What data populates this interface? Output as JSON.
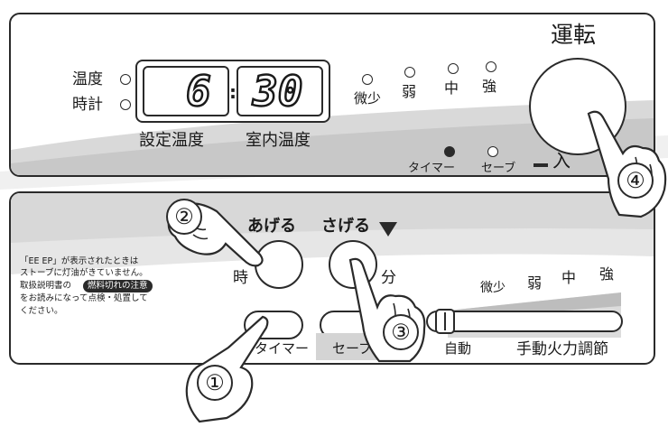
{
  "top_panel": {
    "run_button_label": "運転",
    "indicators": {
      "temperature": "温度",
      "clock": "時計"
    },
    "display": {
      "left_value": "6",
      "right_value": "30"
    },
    "captions": {
      "set_temp": "設定温度",
      "room_temp": "室内温度"
    },
    "fire_levels": [
      "微少",
      "弱",
      "中",
      "強"
    ],
    "timer_lamp": "タイマー",
    "save_lamp": "セーブ",
    "on_label": "入"
  },
  "bottom_panel": {
    "up_label": "あげる",
    "down_label": "さげる",
    "hour_label": "時",
    "minute_label": "分",
    "timer_label": "タイマー",
    "save_label": "セーブ",
    "auto_label": "自動",
    "manual_label": "手動火力調節",
    "fire_scale": [
      "微少",
      "弱",
      "中",
      "強"
    ],
    "notice": {
      "line1": "「EE EP」が表示されたときは",
      "line2": "ストーブに灯油がきていません。",
      "line3a": "取扱説明書の",
      "badge": "燃料切れの注意",
      "line4": "をお読みになって点検・処置して",
      "line5": "ください。"
    }
  },
  "steps": [
    "①",
    "②",
    "③",
    "④"
  ],
  "colors": {
    "stroke": "#2a2a2a",
    "band": "#dcdcdc",
    "arrow": "#2a2a2a"
  }
}
